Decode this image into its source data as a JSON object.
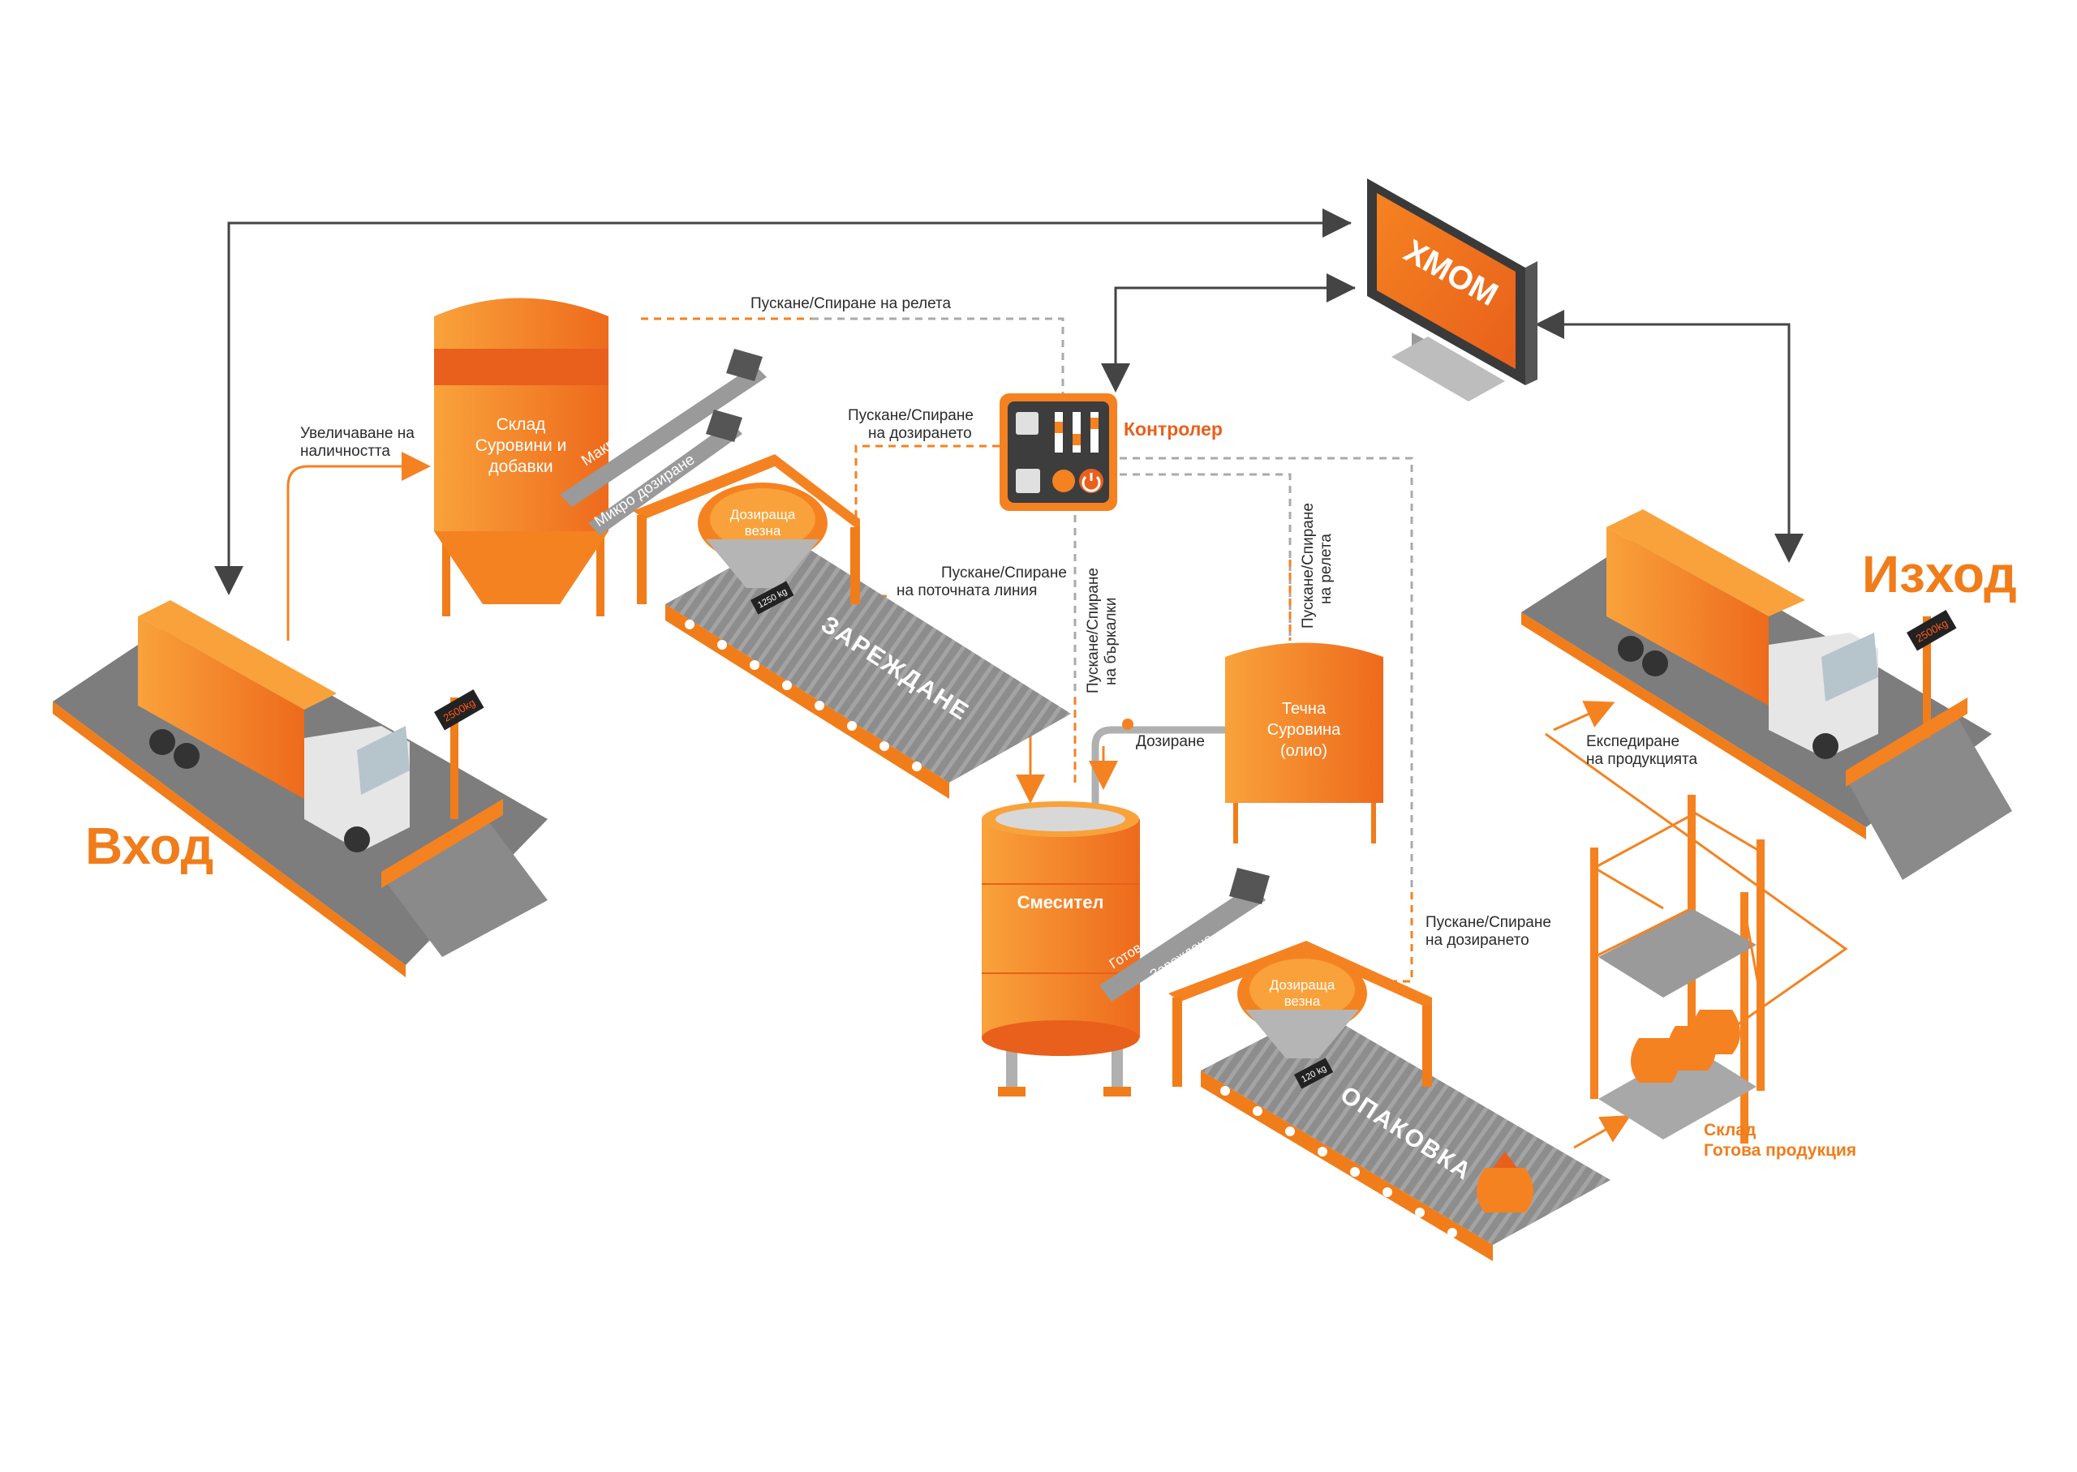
{
  "colors": {
    "orange": "#f58220",
    "orange_dark": "#e8601c",
    "orange_light": "#f9a23b",
    "gray": "#8a8a8a",
    "gray_dark": "#555555",
    "arrow_dark": "#444444",
    "dash_orange": "#f58220",
    "dash_gray": "#aaaaaa"
  },
  "titles": {
    "input": "Вход",
    "output": "Изход"
  },
  "hmom": {
    "screen_label": "ХМОМ"
  },
  "controller": {
    "label": "Контролер"
  },
  "silo": {
    "label_line1": "Склад",
    "label_line2": "Суровини и",
    "label_line3": "добавки"
  },
  "dosing_scale": {
    "label_line1": "Дозираща",
    "label_line2": "везна",
    "display_top": "1250 kg",
    "display_bottom": "120 kg"
  },
  "augers": {
    "macro": "Макро дозиране",
    "micro": "Микро дозиране"
  },
  "liquid_tank": {
    "label_line1": "Течна",
    "label_line2": "Суровина",
    "label_line3": "(олио)"
  },
  "mixer": {
    "label": "Смесител"
  },
  "conveyors": {
    "loading": "ЗАРЕЖДАНЕ",
    "packing": "ОПАКОВКА"
  },
  "product_auger": {
    "line1": "Готова продукция",
    "line2": "Зареждане"
  },
  "warehouse": {
    "line1": "Склад",
    "line2": "Готова продукция"
  },
  "truck_scale_display": "2500kg",
  "annotations": {
    "increase_stock_l1": "Увеличаване на",
    "increase_stock_l2": "наличността",
    "relays_top": "Пускане/Спиране на релета",
    "dosing_start_l1": "Пускане/Спиране",
    "dosing_start_l2": "на дозирането",
    "flow_line_l1": "Пускане/Спиране",
    "flow_line_l2": "на поточната линия",
    "mixers_l1": "Пускане/Спиране",
    "mixers_l2": "на бъркалки",
    "relays_side_l1": "Пускане/Спиране",
    "relays_side_l2": "на релета",
    "dosing": "Дозиране",
    "dosing2_l1": "Пускане/Спиране",
    "dosing2_l2": "на дозирането",
    "shipping_l1": "Експедиране",
    "shipping_l2": "на продукцията"
  }
}
